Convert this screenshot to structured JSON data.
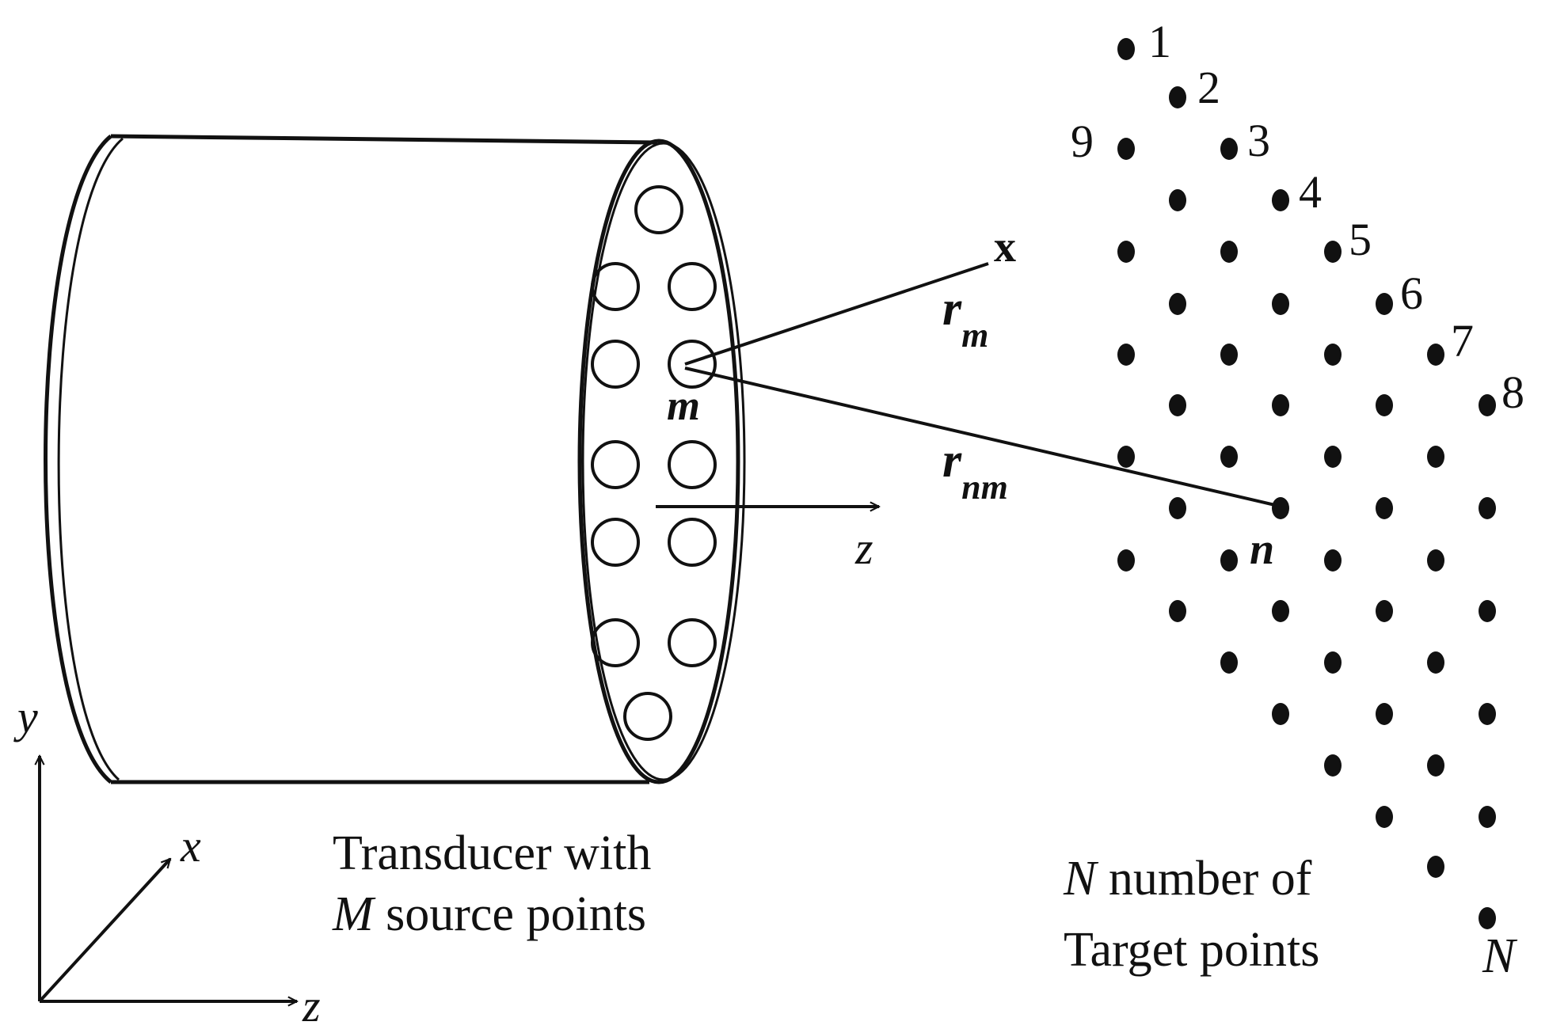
{
  "axes": {
    "y": "y",
    "x": "x",
    "z": "z"
  },
  "transducer": {
    "label_line1": "Transducer with",
    "label_line2_var": "M",
    "label_line2_rest": " source points",
    "beam_axis_label": "z",
    "source_label": "m"
  },
  "vectors": {
    "x_point_label": "x",
    "r_m": {
      "base": "r",
      "sub": "m"
    },
    "r_nm": {
      "base": "r",
      "sub": "nm"
    }
  },
  "targets": {
    "label_line1_var": "N",
    "label_line1_rest": " number of",
    "label_line2": "Target points",
    "end_label": "N",
    "target_label": "n",
    "numbers": [
      "1",
      "2",
      "3",
      "4",
      "5",
      "6",
      "7",
      "8",
      "9"
    ]
  }
}
